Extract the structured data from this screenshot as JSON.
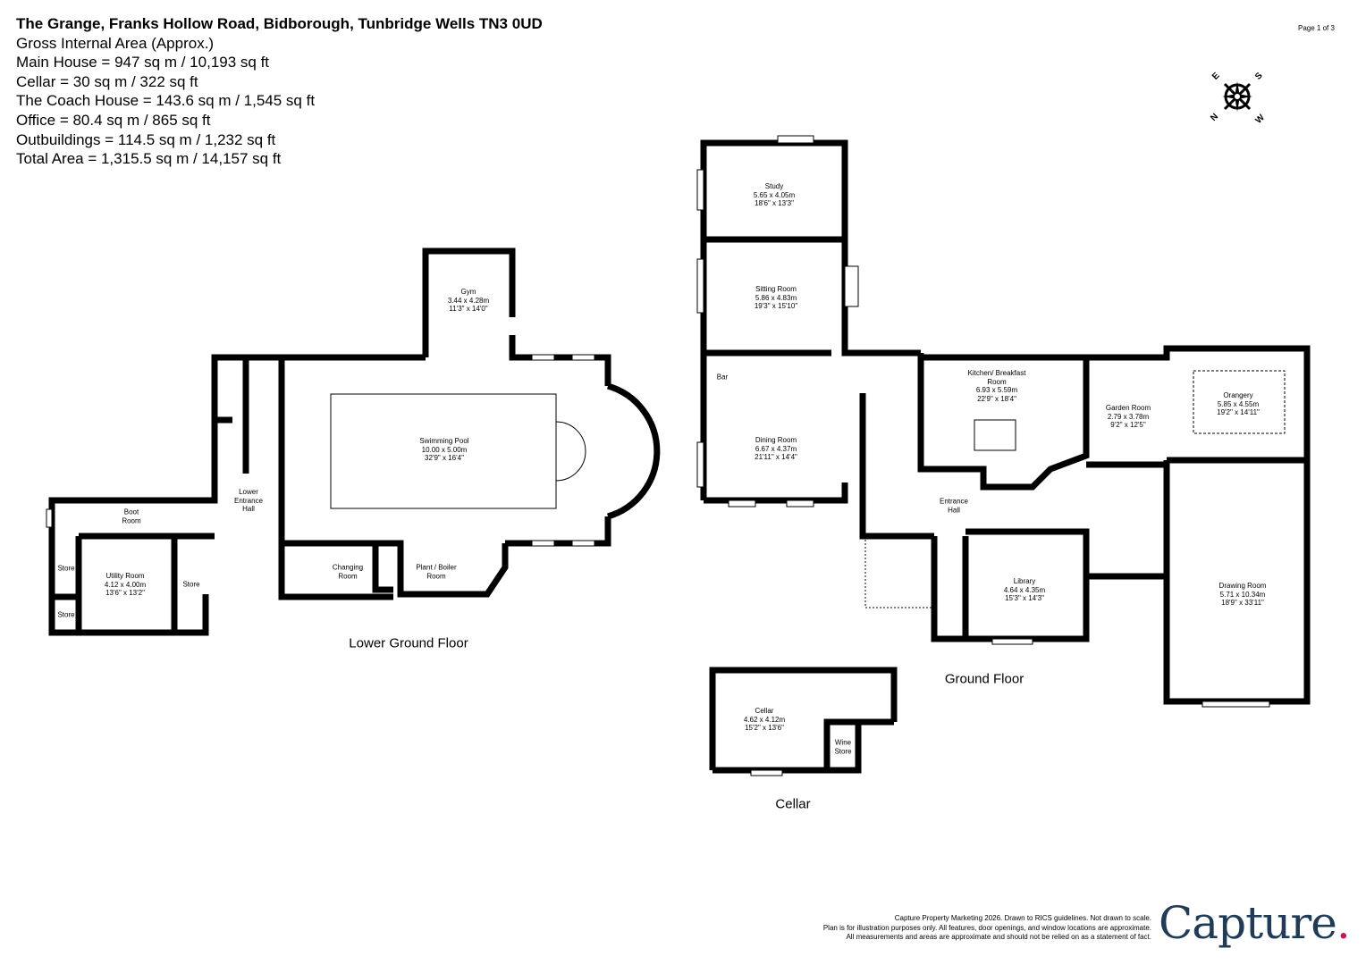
{
  "header": {
    "title": "The Grange, Franks Hollow Road, Bidborough, Tunbridge Wells  TN3 0UD",
    "lines": [
      "Gross Internal Area (Approx.)",
      "Main House = 947 sq m / 10,193 sq ft",
      "Cellar = 30 sq m / 322 sq ft",
      "The Coach House = 143.6 sq m / 1,545 sq ft",
      "Office = 80.4 sq m / 865 sq ft",
      "Outbuildings = 114.5 sq m / 1,232 sq ft",
      "Total Area = 1,315.5 sq m / 14,157 sq ft"
    ]
  },
  "page_indicator": "Page 1 of 3",
  "compass": {
    "icon": "compass-rose-icon",
    "labels": [
      "E",
      "S",
      "N",
      "W"
    ]
  },
  "floors": {
    "lower_ground": {
      "label": "Lower Ground  Floor",
      "rooms": [
        {
          "name": "Gym",
          "metric": "3.44 x 4.28m",
          "imperial": "11'3\" x 14'0\""
        },
        {
          "name": "Swimming Pool",
          "metric": "10.00 x 5.00m",
          "imperial": "32'9\" x 16'4\""
        },
        {
          "name": "Lower Entrance Hall"
        },
        {
          "name": "Boot Room"
        },
        {
          "name": "Store"
        },
        {
          "name": "Utility Room",
          "metric": "4.12 x 4.00m",
          "imperial": "13'6\" x 13'2\""
        },
        {
          "name": "Store"
        },
        {
          "name": "Store"
        },
        {
          "name": "Changing Room"
        },
        {
          "name": "Plant / Boiler Room"
        }
      ]
    },
    "ground": {
      "label": "Ground Floor",
      "rooms": [
        {
          "name": "Study",
          "metric": "5.65 x 4.05m",
          "imperial": "18'6\" x 13'3\""
        },
        {
          "name": "Sitting Room",
          "metric": "5.86 x 4.83m",
          "imperial": "19'3\" x 15'10\""
        },
        {
          "name": "Bar"
        },
        {
          "name": "Dining Room",
          "metric": "6.67 x 4.37m",
          "imperial": "21'11\" x 14'4\""
        },
        {
          "name": "Kitchen/ Breakfast Room",
          "metric": "6.93 x 5.59m",
          "imperial": "22'9\" x 18'4\""
        },
        {
          "name": "Garden Room",
          "metric": "2.79 x 3.78m",
          "imperial": "9'2\" x 12'5\""
        },
        {
          "name": "Orangery",
          "metric": "5.85 x 4.55m",
          "imperial": "19'2\" x 14'11\""
        },
        {
          "name": "Entrance Hall"
        },
        {
          "name": "Library",
          "metric": "4.64 x 4.35m",
          "imperial": "15'3\" x 14'3\""
        },
        {
          "name": "Drawing Room",
          "metric": "5.71 x 10.34m",
          "imperial": "18'9\" x 33'11\""
        }
      ]
    },
    "cellar": {
      "label": "Cellar",
      "rooms": [
        {
          "name": "Cellar",
          "metric": "4.62 x 4.12m",
          "imperial": "15'2\" x 13'6\""
        },
        {
          "name": "Wine Store"
        }
      ]
    }
  },
  "footer": {
    "lines": [
      "Capture Property Marketing 2026. Drawn to RICS guidelines. Not drawn to scale.",
      "Plan is for illustration purposes only. All features, door openings, and window locations are approximate.",
      "All measurements and areas are approximate and should not be relied on as a statement of fact."
    ],
    "logo_text": "Capture",
    "logo_dot": ".",
    "logo_colors": {
      "text": "#1f3b57",
      "dot": "#c8174f"
    }
  }
}
